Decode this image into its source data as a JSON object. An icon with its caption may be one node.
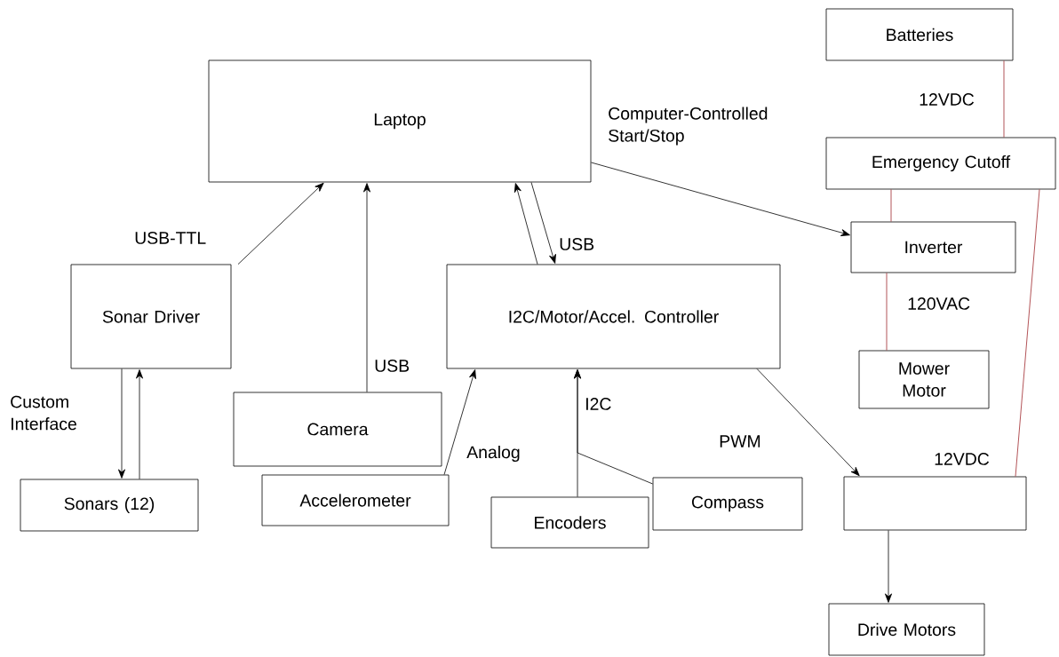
{
  "diagram": {
    "nodes": [
      {
        "text": [
          "Laptop"
        ]
      },
      {
        "text": [
          "Sonar Driver"
        ]
      },
      {
        "text": [
          "Camera"
        ]
      },
      {
        "text": [
          "I2C/Motor/Accel. Controller"
        ]
      },
      {
        "text": [
          "Sonars (12)"
        ]
      },
      {
        "text": [
          "Accelerometer"
        ]
      },
      {
        "text": [
          "Encoders"
        ]
      },
      {
        "text": [
          "Compass"
        ]
      },
      {
        "text": [
          "Batteries"
        ]
      },
      {
        "text": [
          "Emergency Cutoff"
        ]
      },
      {
        "text": [
          "Inverter"
        ]
      },
      {
        "text": [
          "Mower Motor"
        ]
      },
      {
        "text": [],
        "shape": "box"
      },
      {
        "text": [
          "Drive Motors"
        ]
      }
    ],
    "edges": [
      {
        "from": 1,
        "to": 0,
        "arrow": "to",
        "label": "USB-TTL"
      },
      {
        "from": 2,
        "to": 0,
        "arrow": "to",
        "label": "USB"
      },
      {
        "from": 3,
        "to": 0,
        "arrow": "to"
      },
      {
        "from": 0,
        "to": 3,
        "arrow": "to",
        "label": "USB"
      },
      {
        "from": 1,
        "to": 4,
        "arrow": "to",
        "label": "Custom Interface"
      },
      {
        "from": 4,
        "to": 1,
        "arrow": "to"
      },
      {
        "from": 5,
        "to": 3,
        "arrow": "to",
        "label": "Analog"
      },
      {
        "from": 6,
        "to": 3,
        "arrow": "to",
        "label": "I2C"
      },
      {
        "from": 7,
        "to": 3,
        "arrow": "to"
      },
      {
        "from": 0,
        "to": 10,
        "arrow": "to",
        "label": "Computer-Controlled Start/Stop"
      },
      {
        "from": 3,
        "to": 12,
        "arrow": "to",
        "label": "PWM"
      },
      {
        "from": 12,
        "to": 13,
        "arrow": "to"
      },
      {
        "from": 8,
        "to": 9,
        "arrow": "none",
        "color": "#a0282d",
        "label": "12VDC"
      },
      {
        "from": 9,
        "to": 10,
        "arrow": "none",
        "color": "#a0282d"
      },
      {
        "from": 10,
        "to": 11,
        "arrow": "none",
        "color": "#a0282d",
        "label": "120VAC"
      },
      {
        "from": 9,
        "to": 12,
        "arrow": "none",
        "color": "#a0282d",
        "label": "12VDC"
      }
    ]
  }
}
